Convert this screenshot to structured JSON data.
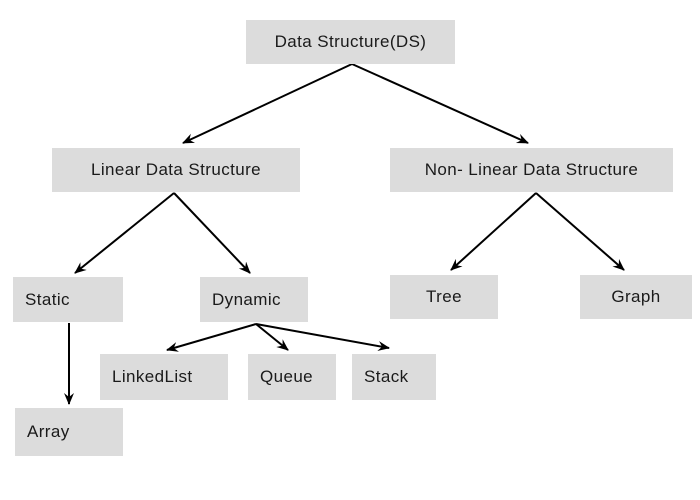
{
  "diagram": {
    "type": "tree-diagram",
    "title": "Data Structure(DS)",
    "colors": {
      "node_background": "#dcdcdc",
      "node_text": "#1a1a1a",
      "arrow": "#000000",
      "background": "#ffffff"
    },
    "nodes": {
      "root": {
        "label": "Data Structure(DS)"
      },
      "linear": {
        "label": "Linear Data Structure"
      },
      "nonlinear": {
        "label": "Non- Linear Data Structure"
      },
      "static": {
        "label": "Static"
      },
      "dynamic": {
        "label": "Dynamic"
      },
      "tree": {
        "label": "Tree"
      },
      "graph": {
        "label": "Graph"
      },
      "linkedlist": {
        "label": "LinkedList"
      },
      "queue": {
        "label": "Queue"
      },
      "stack": {
        "label": "Stack"
      },
      "array": {
        "label": "Array"
      }
    },
    "edges": [
      {
        "from": "root",
        "to": "linear"
      },
      {
        "from": "root",
        "to": "nonlinear"
      },
      {
        "from": "linear",
        "to": "static"
      },
      {
        "from": "linear",
        "to": "dynamic"
      },
      {
        "from": "nonlinear",
        "to": "tree"
      },
      {
        "from": "nonlinear",
        "to": "graph"
      },
      {
        "from": "static",
        "to": "array"
      },
      {
        "from": "dynamic",
        "to": "linkedlist"
      },
      {
        "from": "dynamic",
        "to": "queue"
      },
      {
        "from": "dynamic",
        "to": "stack"
      }
    ]
  }
}
